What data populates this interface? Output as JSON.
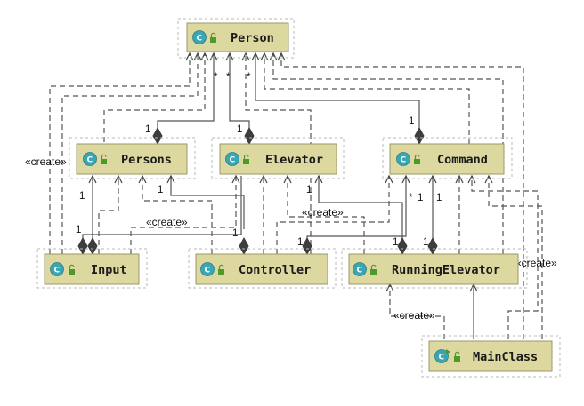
{
  "classes": [
    {
      "id": "person",
      "name": "Person",
      "icon": "class-icon"
    },
    {
      "id": "persons",
      "name": "Persons",
      "icon": "class-icon"
    },
    {
      "id": "elevator",
      "name": "Elevator",
      "icon": "class-icon"
    },
    {
      "id": "command",
      "name": "Command",
      "icon": "class-icon"
    },
    {
      "id": "input",
      "name": "Input",
      "icon": "class-icon"
    },
    {
      "id": "controller",
      "name": "Controller",
      "icon": "class-icon"
    },
    {
      "id": "runningelevator",
      "name": "RunningElevator",
      "icon": "class-icon"
    },
    {
      "id": "mainclass",
      "name": "MainClass",
      "icon": "main-class-icon"
    }
  ],
  "labels": {
    "create": "«create»",
    "create_trunc": "«create»",
    "one": "1",
    "many": "*"
  },
  "colors": {
    "box_fill": "#dcd8a0",
    "box_border": "#9a9868",
    "icon_circle": "#3aa6b4",
    "lock_green": "#4c9a2a",
    "line": "#555555",
    "diamond": "#3d3d3d"
  }
}
